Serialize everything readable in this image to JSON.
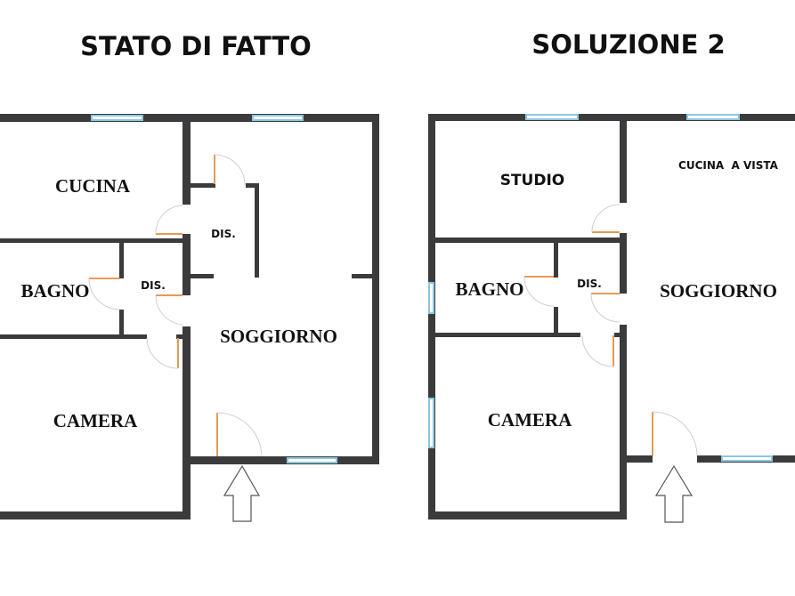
{
  "plans": [
    {
      "title": "STATO DI FATTO",
      "rooms": {
        "cucina": "CUCINA",
        "bagno": "BAGNO",
        "dis_top": "DIS.",
        "dis": "DIS.",
        "soggiorno": "SOGGIORNO",
        "camera": "CAMERA"
      }
    },
    {
      "title": "SOLUZIONE 2",
      "rooms": {
        "studio": "STUDIO",
        "cucina_a_vista": "CUCINA  A VISTA",
        "bagno": "BAGNO",
        "dis": "DIS.",
        "soggiorno": "SOGGIORNO",
        "camera": "CAMERA"
      }
    }
  ],
  "colors": {
    "wall": "#3b3b3d",
    "window": "#8cc6de",
    "door": "#e89a55"
  },
  "icons": {
    "entrance": "entrance-arrow-icon"
  }
}
